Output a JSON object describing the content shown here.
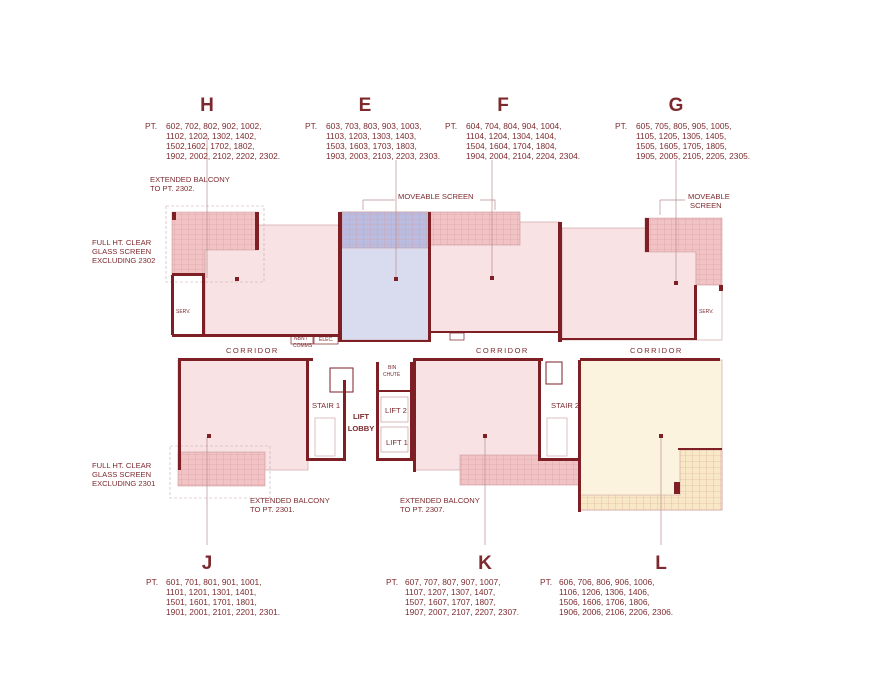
{
  "units": {
    "H": {
      "letter": "H",
      "pt": "PT.",
      "lines": [
        "602, 702, 802, 902, 1002,",
        "1102, 1202, 1302, 1402,",
        "1502,1602, 1702, 1802,",
        "1902, 2002, 2102, 2202, 2302."
      ]
    },
    "E": {
      "letter": "E",
      "pt": "PT.",
      "lines": [
        "603, 703, 803, 903, 1003,",
        "1103, 1203, 1303, 1403,",
        "1503, 1603, 1703, 1803,",
        "1903, 2003, 2103, 2203, 2303."
      ]
    },
    "F": {
      "letter": "F",
      "pt": "PT.",
      "lines": [
        "604, 704, 804, 904, 1004,",
        "1104, 1204, 1304, 1404,",
        "1504, 1604, 1704, 1804,",
        "1904, 2004, 2104, 2204, 2304."
      ]
    },
    "G": {
      "letter": "G",
      "pt": "PT.",
      "lines": [
        "605, 705, 805, 905, 1005,",
        "1105, 1205, 1305, 1405,",
        "1505, 1605, 1705, 1805,",
        "1905, 2005, 2105, 2205, 2305."
      ]
    },
    "J": {
      "letter": "J",
      "pt": "PT.",
      "lines": [
        "601, 701, 801, 901, 1001,",
        "1101, 1201, 1301, 1401,",
        "1501, 1601, 1701, 1801,",
        "1901, 2001, 2101, 2201, 2301."
      ]
    },
    "K": {
      "letter": "K",
      "pt": "PT.",
      "lines": [
        "607, 707, 807, 907, 1007,",
        "1107, 1207, 1307, 1407,",
        "1507, 1607, 1707, 1807,",
        "1907, 2007, 2107, 2207, 2307."
      ]
    },
    "L": {
      "letter": "L",
      "pt": "PT.",
      "lines": [
        "606, 706, 806, 906, 1006,",
        "1106, 1206, 1306, 1406,",
        "1506, 1606, 1706, 1806,",
        "1906, 2006, 2106, 2206, 2306."
      ]
    }
  },
  "annotations": {
    "ext_balcony_2302": [
      "EXTENDED BALCONY",
      "TO PT. 2302."
    ],
    "glass_2302": [
      "FULL HT. CLEAR",
      "GLASS SCREEN",
      "EXCLUDING 2302"
    ],
    "moveable_screen_e": "MOVEABLE SCREEN",
    "moveable_screen_g": [
      "MOVEABLE",
      "SCREEN"
    ],
    "glass_2301": [
      "FULL HT. CLEAR",
      "GLASS SCREEN",
      "EXCLUDING 2301"
    ],
    "ext_balcony_2301": [
      "EXTENDED BALCONY",
      "TO PT. 2301."
    ],
    "ext_balcony_2307": [
      "EXTENDED BALCONY",
      "TO PT. 2307."
    ]
  },
  "rooms": {
    "serv": "SERV.",
    "corridor": "CORRIDOR",
    "nbn": [
      "NBN /",
      "COMMS"
    ],
    "elec": "ELEC.",
    "bin": [
      "BIN",
      "CHUTE"
    ],
    "stair1": "STAIR 1",
    "stair2": "STAIR 2",
    "lift_lobby": [
      "LIFT",
      "LOBBY"
    ],
    "lift1": "LIFT 1",
    "lift2": "LIFT 2"
  },
  "colors": {
    "wall": "#7d1f24",
    "unit": "#f8e2e3",
    "unit_e": "#d9dbee",
    "unit_l": "#fbf3dd",
    "text": "#7d2a2e"
  }
}
